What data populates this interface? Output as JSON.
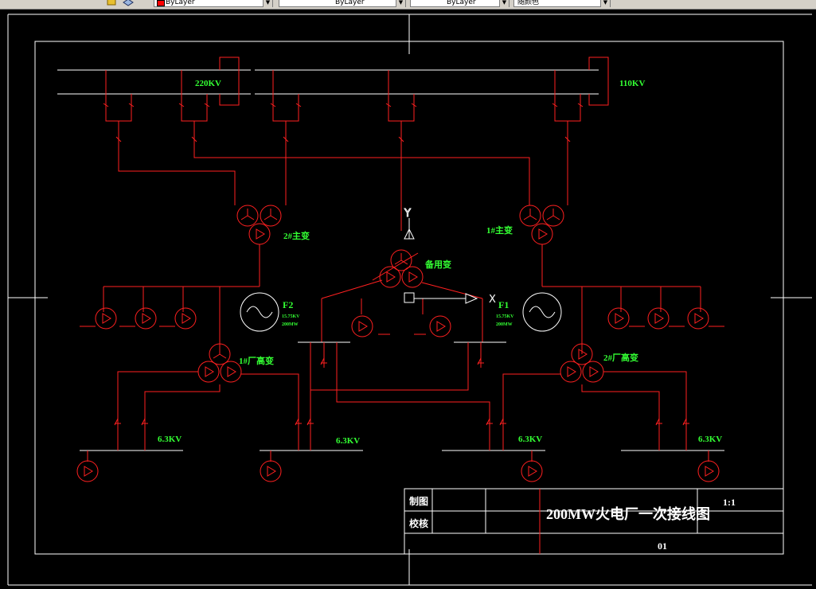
{
  "toolbar": {
    "color_combo": "ByLayer",
    "linetype_combo": "ByLayer",
    "lineweight_combo": "ByLayer",
    "plotstyle_combo": "随颜色"
  },
  "labels": {
    "bus_220": "220KV",
    "bus_110": "110KV",
    "t2": "2#主变",
    "t1": "1#主变",
    "standby": "备用变",
    "gen2": "F2",
    "gen2_kv": "15.75KV",
    "gen2_mw": "200MW",
    "gen1": "F1",
    "gen1_kv": "15.75KV",
    "gen1_mw": "200MW",
    "aux1": "1#厂高变",
    "aux2": "2#厂高变",
    "kv63": "6.3KV",
    "y_mark": "Y",
    "x_mark": "X"
  },
  "title_block": {
    "drawn": "制图",
    "checked": "校核",
    "title": "200MW火电厂一次接线图",
    "scale": "1:1",
    "sheet": "01"
  },
  "colors": {
    "background": "#000000",
    "wiring": "#ff2020",
    "text_green": "#33ff33",
    "frame": "#ffffff"
  }
}
